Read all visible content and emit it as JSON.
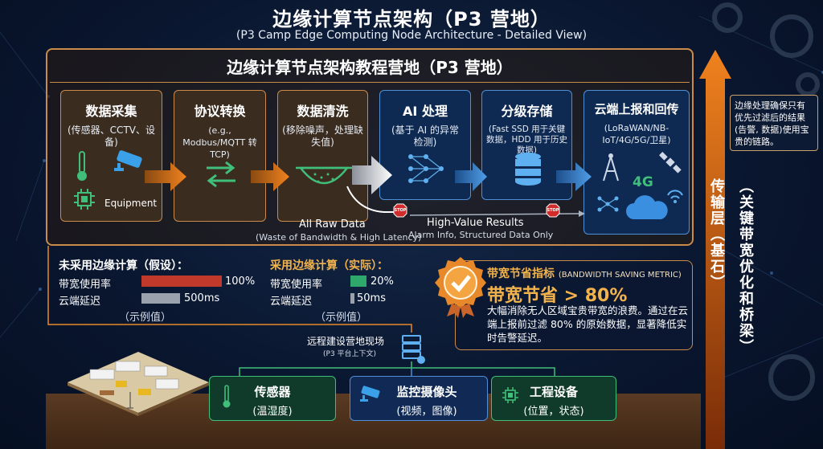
{
  "title": "边缘计算节点架构（P3 营地）",
  "subtitle": "(P3 Camp Edge Computing Node Architecture - Detailed View)",
  "main_title": "边缘计算节点架构教程营地（P3 营地）",
  "stages": [
    {
      "title": "数据采集",
      "desc": "(传感器、CCTV、设备)",
      "extra": "Equipment"
    },
    {
      "title": "协议转换",
      "desc": "(e.g., Modbus/MQTT 转 TCP)"
    },
    {
      "title": "数据清洗",
      "desc": "(移除噪声，处理缺失值)"
    },
    {
      "title": "AI 处理",
      "desc": "(基于 AI 的异常检测)"
    },
    {
      "title": "分级存储",
      "desc": "(Fast SSD 用于关键数据，HDD 用于历史数据)"
    },
    {
      "title": "云端上报和回传",
      "desc": "(LoRaWAN/NB-IoT/4G/5G/卫星)",
      "badge": "4G"
    }
  ],
  "flow": {
    "raw_label": "All Raw Data",
    "raw_sub": "(Waste of Bandwidth & High Latency)",
    "hv_label": "High-Value Results",
    "hv_sub": "Alarm Info, Structured Data Only",
    "stop": "STOP"
  },
  "right_note": "边缘处理确保只有优先过滤后的结果(告警, 数据)使用宝贵的链路。",
  "vertical_left": "传输层（基石）",
  "vertical_right": "（关键带宽优化和桥梁）",
  "compare": {
    "without": {
      "title": "未采用边缘计算（假设）：",
      "bw_label": "带宽使用率",
      "bw_value": "100%",
      "lat_label": "云端延迟",
      "lat_value": "500ms",
      "note": "（示例值）",
      "bw_fraction": 1.0,
      "lat_fraction": 1.0
    },
    "with": {
      "title": "采用边缘计算（实际）：",
      "bw_label": "带宽使用率",
      "bw_value": "20%",
      "lat_label": "云端延迟",
      "lat_value": "50ms",
      "note": "（示例值）",
      "bw_fraction": 0.2,
      "lat_fraction": 0.1
    }
  },
  "metric": {
    "title": "带宽节省指标",
    "title_en": "(BANDWIDTH SAVING METRIC)",
    "headline": "带宽节省 > 80%",
    "desc": "大幅消除无人区域宝贵带宽的浪费。通过在云端上报前过滤 80% 的原始数据，显著降低实时告警延迟。"
  },
  "site": {
    "label": "远程建设营地现场",
    "sub": "(P3 平台上下文)"
  },
  "devices": [
    {
      "title": "传感器",
      "desc": "(温湿度)"
    },
    {
      "title": "监控摄像头",
      "desc": "(视频，图像)"
    },
    {
      "title": "工程设备",
      "desc": "(位置，状态)"
    }
  ],
  "colors": {
    "accent_orange": "#f0821e",
    "brown_border": "#c98a4a",
    "blue_border": "#4f8fd6",
    "bar_red": "#c0392b",
    "bar_green": "#2ea86b",
    "bar_gray": "#9aa3ad"
  }
}
